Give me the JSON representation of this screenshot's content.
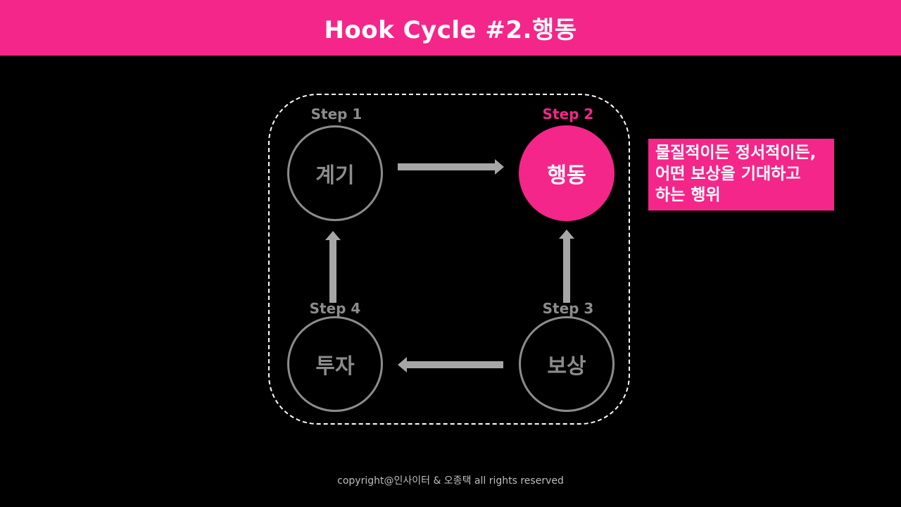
{
  "title": "Hook Cycle #2.행동",
  "colors": {
    "accent": "#f4268a",
    "inactive": "#8c8c8c",
    "background": "#000000",
    "arrow": "#a6a6a6"
  },
  "steps": [
    {
      "label": "Step 1",
      "node": "계기",
      "active": false
    },
    {
      "label": "Step 2",
      "node": "행동",
      "active": true
    },
    {
      "label": "Step 3",
      "node": "보상",
      "active": false
    },
    {
      "label": "Step 4",
      "node": "투자",
      "active": false
    }
  ],
  "callout": {
    "lines": [
      "물질적이든 정서적이든,",
      "어떤 보상을 기대하고",
      "하는 행위"
    ]
  },
  "footer": "copyright@인사이터 & 오종택 all rights reserved"
}
